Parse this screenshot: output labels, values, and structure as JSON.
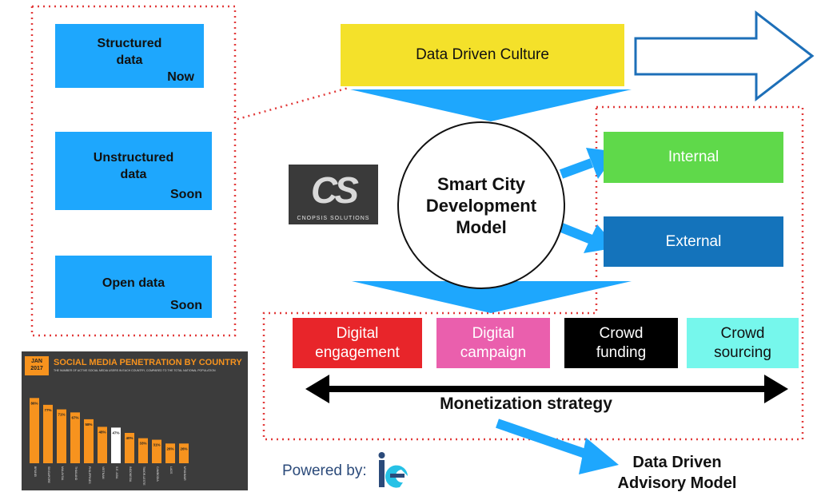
{
  "data_panel": {
    "items": [
      {
        "title": "Structured\ndata",
        "status": "Now"
      },
      {
        "title": "Unstructured\ndata",
        "status": "Soon"
      },
      {
        "title": "Open data",
        "status": "Soon"
      }
    ]
  },
  "culture": {
    "label": "Data Driven Culture"
  },
  "model": {
    "label": "Smart City Development Model"
  },
  "logo": {
    "text": "CNOPSIS SOLUTIONS",
    "initials": "CS"
  },
  "channels": {
    "internal": "Internal",
    "external": "External"
  },
  "categories": [
    {
      "label": "Digital\nengagement",
      "color": "#e8252a",
      "text_color": "#ffffff"
    },
    {
      "label": "Digital\ncampaign",
      "color": "#ea5fad",
      "text_color": "#ffffff"
    },
    {
      "label": "Crowd\nfunding",
      "color": "#000000",
      "text_color": "#ffffff"
    },
    {
      "label": "Crowd\nsourcing",
      "color": "#76f7ec",
      "text_color": "#111111"
    }
  ],
  "monetization": {
    "label": "Monetization strategy"
  },
  "advisory": {
    "label_line1": "Data Driven",
    "label_line2": "Advisory Model"
  },
  "powered": {
    "label": "Powered by:"
  },
  "colors": {
    "blue": "#1ea7fd",
    "yellow": "#f4e12a",
    "green": "#5fd94a",
    "dark_blue": "#1473bb",
    "red_dotted": "#e23b3b",
    "chart_orange": "#f7931e"
  },
  "chart_data": {
    "type": "bar",
    "badge": "JAN\n2017",
    "title": "SOCIAL MEDIA PENETRATION BY COUNTRY",
    "subtitle": "THE NUMBER OF ACTIVE SOCIAL MEDIA USERS IN EACH COUNTRY, COMPARED TO THE TOTAL NATIONAL POPULATION",
    "categories": [
      "BRUNEI",
      "SINGAPORE",
      "MALAYSIA",
      "THAILAND",
      "PHILIPPINES",
      "VIETNAM",
      "S.E. ASIA",
      "INDONESIA",
      "TIMOR-LESTE",
      "CAMBODIA",
      "LAOS",
      "MYANMAR"
    ],
    "values": [
      86,
      77,
      71,
      67,
      58,
      48,
      47,
      40,
      33,
      31,
      26,
      26
    ],
    "value_labels": [
      "86%",
      "77%",
      "71%",
      "67%",
      "58%",
      "48%",
      "47%",
      "40%",
      "33%",
      "31%",
      "26%",
      "26%"
    ],
    "highlight_index": 6,
    "ylim": [
      0,
      100
    ],
    "grid": false
  }
}
